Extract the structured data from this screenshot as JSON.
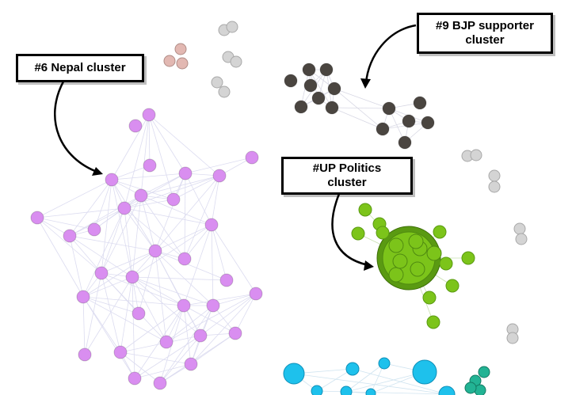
{
  "labels": {
    "nepal": {
      "line1": "#6 Nepal cluster"
    },
    "bjp": {
      "line1": "#9 BJP supporter",
      "line2": "cluster"
    },
    "up": {
      "line1": "#UP Politics",
      "line2": "cluster"
    }
  },
  "colors": {
    "nepal_cluster": "#d98ef0",
    "bjp_cluster": "#4a4540",
    "up_cluster": "#7cc41a",
    "up_hub": "#5a9a12",
    "blue_cluster": "#1ec1ec",
    "teal_cluster": "#22b394",
    "gray_nodes": "#d4d4d4",
    "pink_nodes": "#e2b8b2",
    "edges": "#dcdcf0",
    "arrow": "#000000"
  }
}
